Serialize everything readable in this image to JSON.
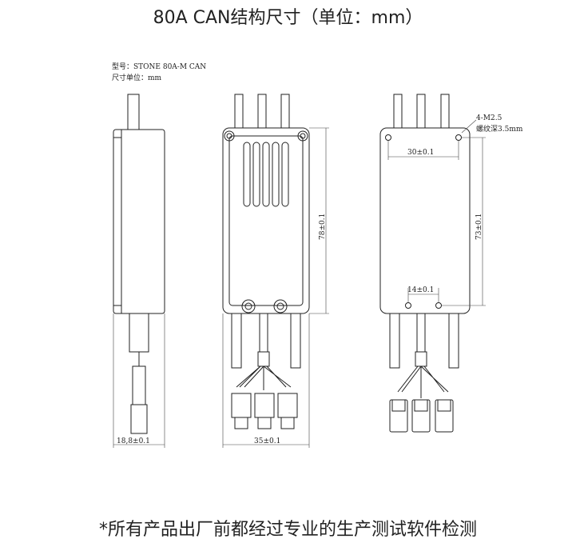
{
  "title": "80A CAN结构尺寸（单位：mm）",
  "notes": {
    "model": "型号：STONE 80A-M CAN",
    "unit": "尺寸单位：mm"
  },
  "dimensions": {
    "side_thickness": "18,8±0.1",
    "front_width": "35±0.1",
    "front_height": "78±0.1",
    "hole_spacing_top": "30±0.1",
    "hole_spacing_vertical": "73±0.1",
    "hole_spacing_bottom": "14±0.1",
    "thread_spec": "4-M2.5",
    "thread_depth": "螺纹深3.5mm"
  },
  "footer": "*所有产品出厂前都经过专业的生产测试软件检测"
}
